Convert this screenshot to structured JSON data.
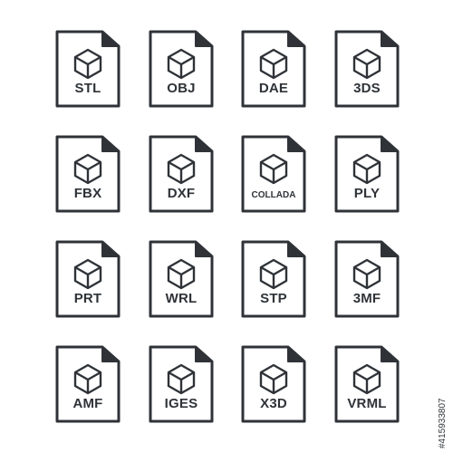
{
  "icons": [
    {
      "label": "STL"
    },
    {
      "label": "OBJ"
    },
    {
      "label": "DAE"
    },
    {
      "label": "3DS"
    },
    {
      "label": "FBX"
    },
    {
      "label": "DXF"
    },
    {
      "label": "COLLADA"
    },
    {
      "label": "PLY"
    },
    {
      "label": "PRT"
    },
    {
      "label": "WRL"
    },
    {
      "label": "STP"
    },
    {
      "label": "3MF"
    },
    {
      "label": "AMF"
    },
    {
      "label": "IGES"
    },
    {
      "label": "X3D"
    },
    {
      "label": "VRML"
    }
  ],
  "watermark_id": "#415933807",
  "colors": {
    "stroke": "#2f3338",
    "fold": "#2f3338",
    "background": "#ffffff"
  },
  "icon_name": "3d-cube-icon"
}
